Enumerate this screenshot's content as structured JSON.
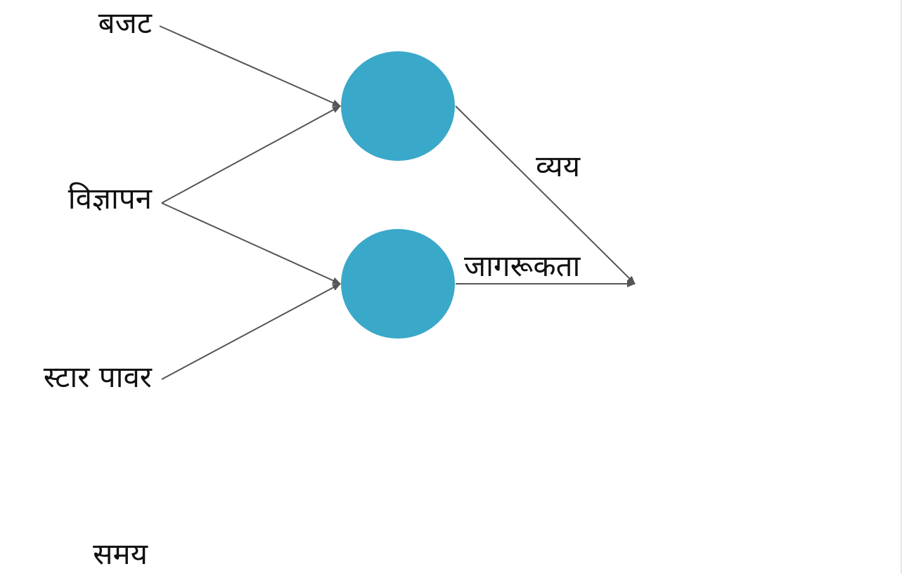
{
  "diagram": {
    "inputs": [
      {
        "id": "budget",
        "label": "बजट"
      },
      {
        "id": "ad",
        "label": "विज्ञापन"
      },
      {
        "id": "star",
        "label": "स्टार पावर"
      },
      {
        "id": "time",
        "label": "समय"
      }
    ],
    "edge_labels": {
      "expense": "व्यय",
      "awareness": "जागरूकता"
    },
    "colors": {
      "node_fill": "#3aa8c9",
      "arrow": "#555555",
      "text": "#111111"
    }
  }
}
